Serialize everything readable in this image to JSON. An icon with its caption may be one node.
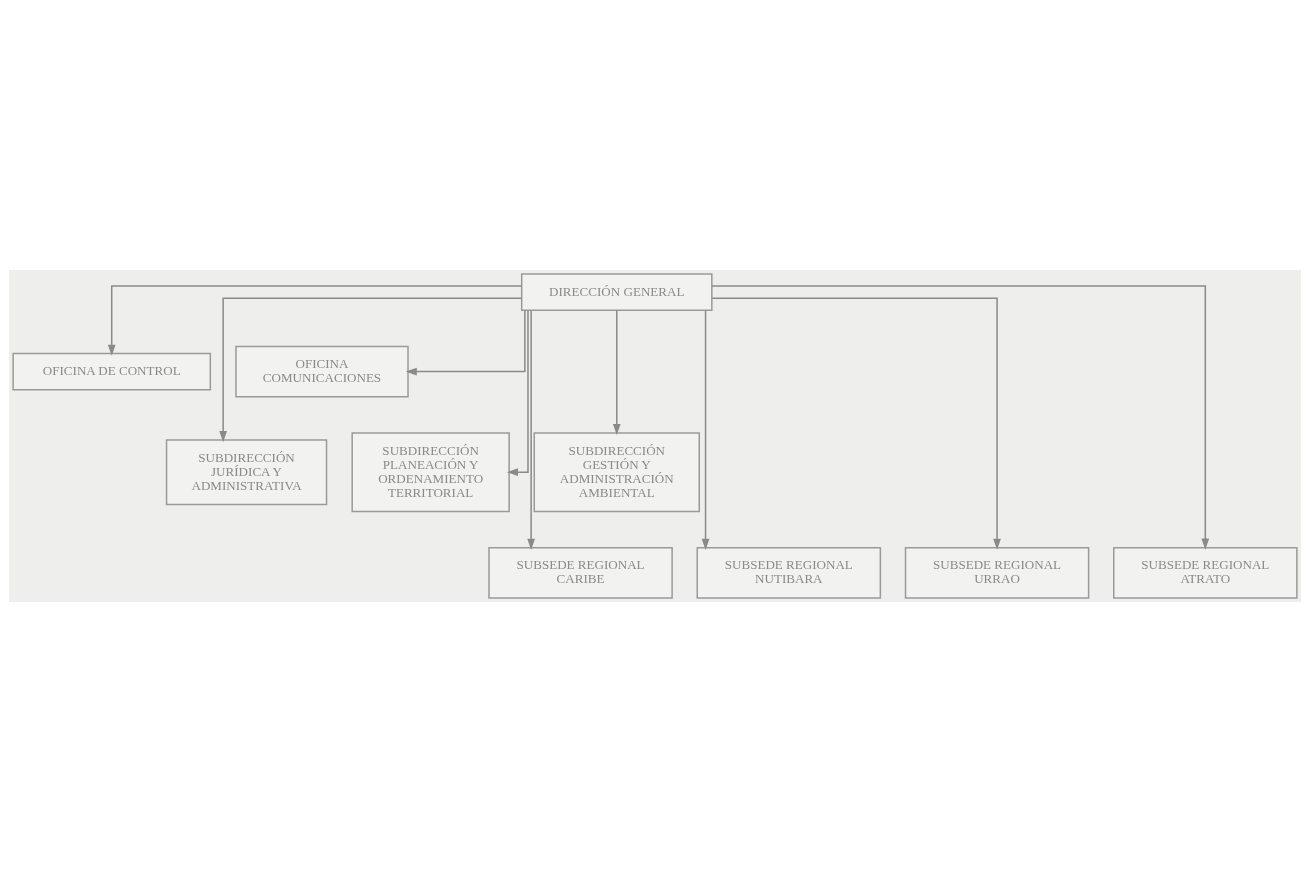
{
  "diagram": {
    "nodes": [
      {
        "text": [
          "DIRECCIÓN GENERAL"
        ]
      },
      {
        "text": [
          "OFICINA DE CONTROL"
        ]
      },
      {
        "text": [
          "OFICINA COMUNICACIONES"
        ]
      },
      {
        "text": [
          "SUBDIRECCIÓN JURÍDICA Y ADMINISTRATIVA"
        ]
      },
      {
        "text": [
          "SUBDIRECCIÓN PLANEACIÓN Y ORDENAMIENTO TERRITORIAL"
        ]
      },
      {
        "text": [
          "SUBDIRECCIÓN GESTIÓN Y ADMINISTRACIÓN AMBIENTAL"
        ]
      },
      {
        "text": [
          "SUBSEDE REGIONAL CARIBE"
        ]
      },
      {
        "text": [
          "SUBSEDE REGIONAL NUTIBARA"
        ]
      },
      {
        "text": [
          "SUBSEDE REGIONAL URRAO"
        ]
      },
      {
        "text": [
          "SUBSEDE REGIONAL ATRATO"
        ]
      }
    ],
    "edges": [
      {
        "from": 0,
        "to": 1,
        "arrow": "to"
      },
      {
        "from": 0,
        "to": 2,
        "arrow": "to"
      },
      {
        "from": 0,
        "to": 3,
        "arrow": "to"
      },
      {
        "from": 0,
        "to": 4,
        "arrow": "to"
      },
      {
        "from": 0,
        "to": 5,
        "arrow": "to"
      },
      {
        "from": 0,
        "to": 6,
        "arrow": "to"
      },
      {
        "from": 0,
        "to": 7,
        "arrow": "to"
      },
      {
        "from": 0,
        "to": 8,
        "arrow": "to"
      },
      {
        "from": 0,
        "to": 9,
        "arrow": "to"
      }
    ]
  }
}
